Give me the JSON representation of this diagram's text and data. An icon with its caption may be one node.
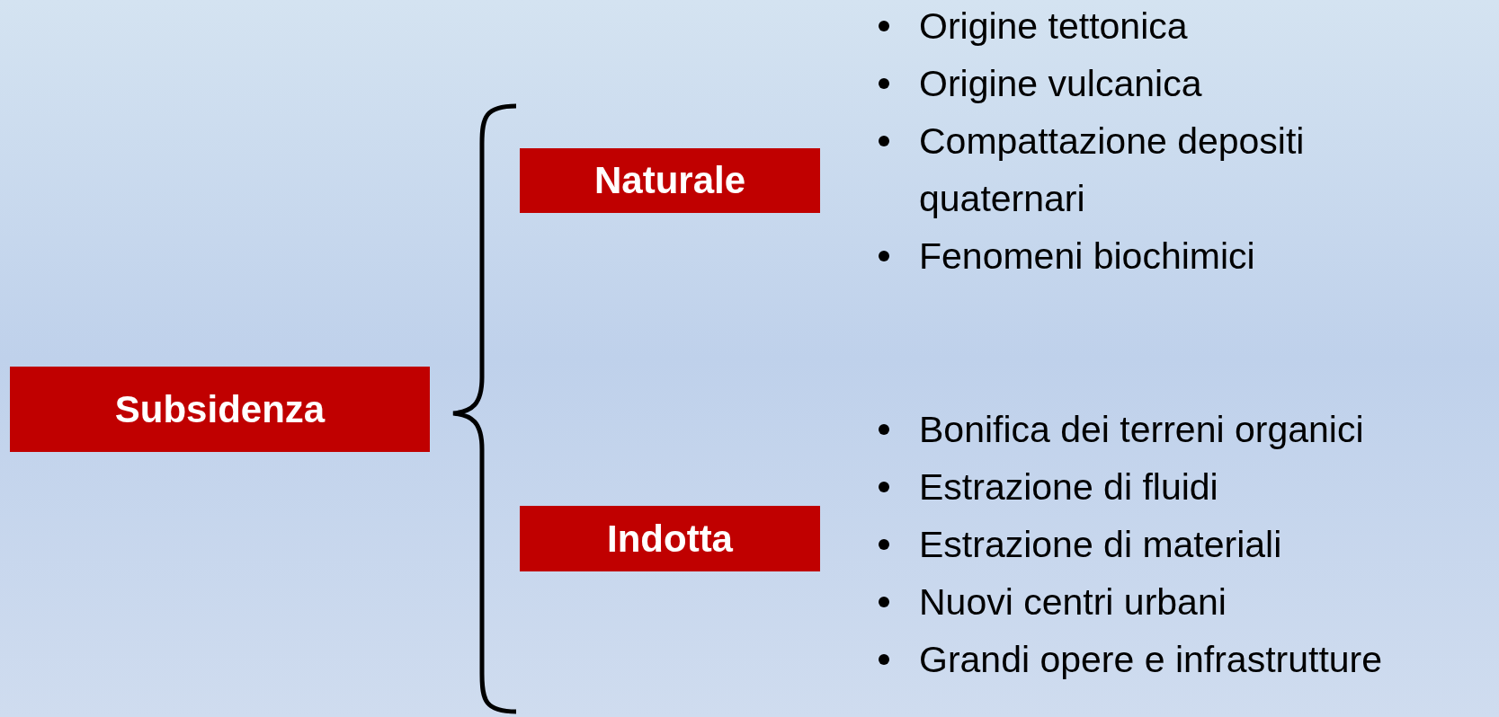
{
  "diagram": {
    "nodes": [
      {
        "text": [
          "Subsidenza"
        ]
      },
      {
        "text": [
          "Naturale"
        ],
        "beside": [
          "Origine tettonica",
          "Origine vulcanica",
          "Compattazione depositi quaternari",
          "Fenomeni biochimici"
        ]
      },
      {
        "text": [
          "Indotta"
        ],
        "beside": [
          "Bonifica dei terreni organici",
          "Estrazione di fluidi",
          "Estrazione di materiali",
          "Nuovi centri urbani",
          "Grandi opere e infrastrutture"
        ]
      }
    ]
  }
}
